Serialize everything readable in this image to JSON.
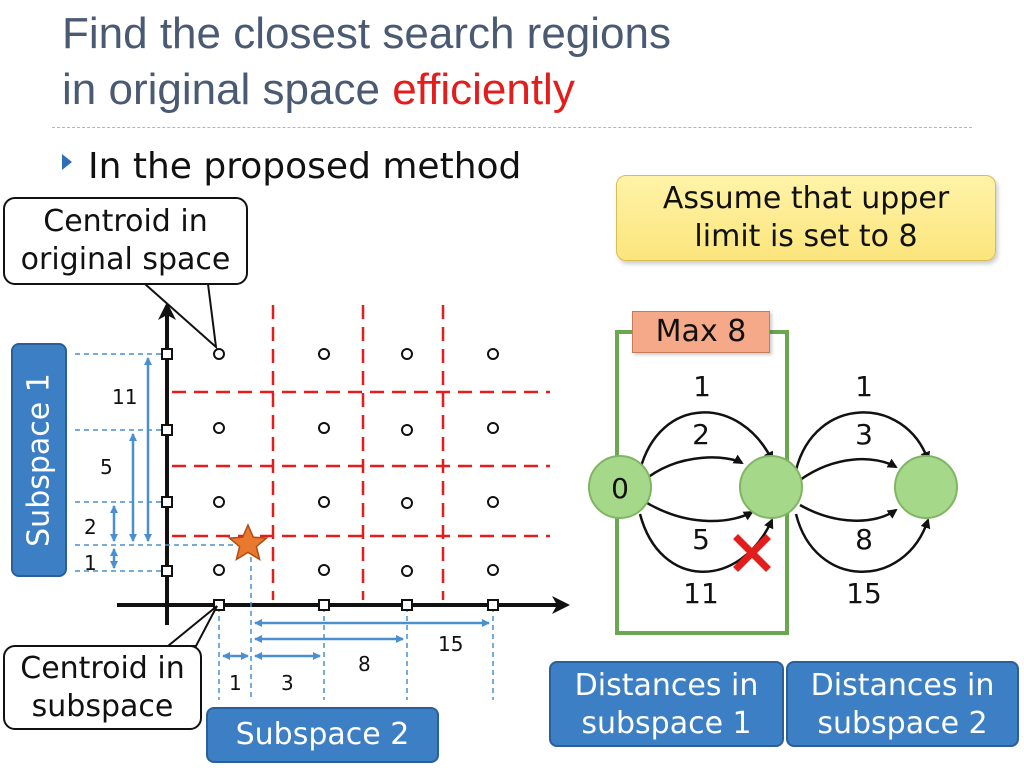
{
  "title": {
    "line1": "Find the closest search regions",
    "line2_plain": "in original space ",
    "line2_emph": "efficiently"
  },
  "bullet": "In the proposed method",
  "callouts": {
    "centroid_original_l1": "Centroid in",
    "centroid_original_l2": "original space",
    "centroid_sub_l1": "Centroid in",
    "centroid_sub_l2": "subspace"
  },
  "note": {
    "line1": "Assume that upper",
    "line2": "limit is set to 8"
  },
  "max_label": "Max 8",
  "subspace1_label": "Subspace 1",
  "subspace2_label": "Subspace 2",
  "grid": {
    "vertical_distances": [
      "11",
      "5",
      "2",
      "1"
    ],
    "horizontal_distances": [
      "1",
      "3",
      "8",
      "15"
    ]
  },
  "graph": {
    "start_node": "0",
    "edges_sub1": [
      "1",
      "2",
      "5",
      "11"
    ],
    "edges_sub2": [
      "1",
      "3",
      "8",
      "15"
    ],
    "caption1_l1": "Distances in",
    "caption1_l2": "subspace 1",
    "caption2_l1": "Distances in",
    "caption2_l2": "subspace 2"
  },
  "colors": {
    "title": "#4a5a73",
    "emphasis": "#e31c1c",
    "grid_dash": "#e31c1c",
    "measure": "#4a8fcf",
    "node": "#a6d88a",
    "box": "#3d7fc4",
    "frame": "#6aa84f"
  }
}
